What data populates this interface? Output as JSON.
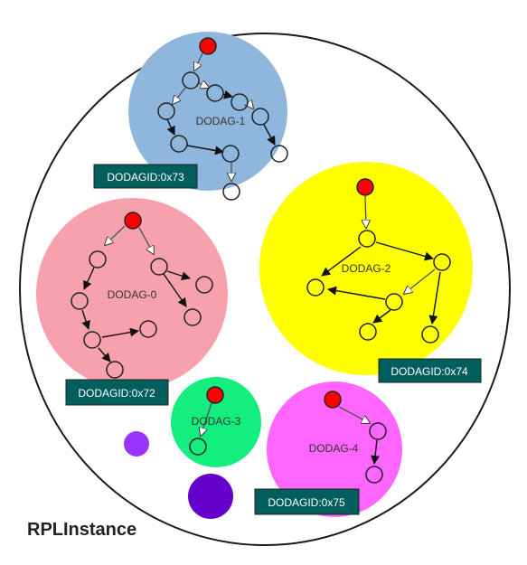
{
  "instance_label": "RPLInstance",
  "colors": {
    "dodag1": "#8fb6dc",
    "dodag2": "#ffff00",
    "dodag0": "#f7a1ac",
    "dodag3": "#13ee7f",
    "dodag4": "#ff66ff",
    "root_node": "#ff0000",
    "id_tag": "#005f5c",
    "small_dot": "#9933ff",
    "big_dot": "#6600cc"
  },
  "dodags": {
    "d1": {
      "name": "DODAG-1",
      "id_label": "DODAGID:0x73"
    },
    "d2": {
      "name": "DODAG-2",
      "id_label": "DODAGID:0x74"
    },
    "d0": {
      "name": "DODAG-0",
      "id_label": "DODAGID:0x72"
    },
    "d3": {
      "name": "DODAG-3"
    },
    "d4": {
      "name": "DODAG-4",
      "id_label": "DODAGID:0x75"
    }
  }
}
